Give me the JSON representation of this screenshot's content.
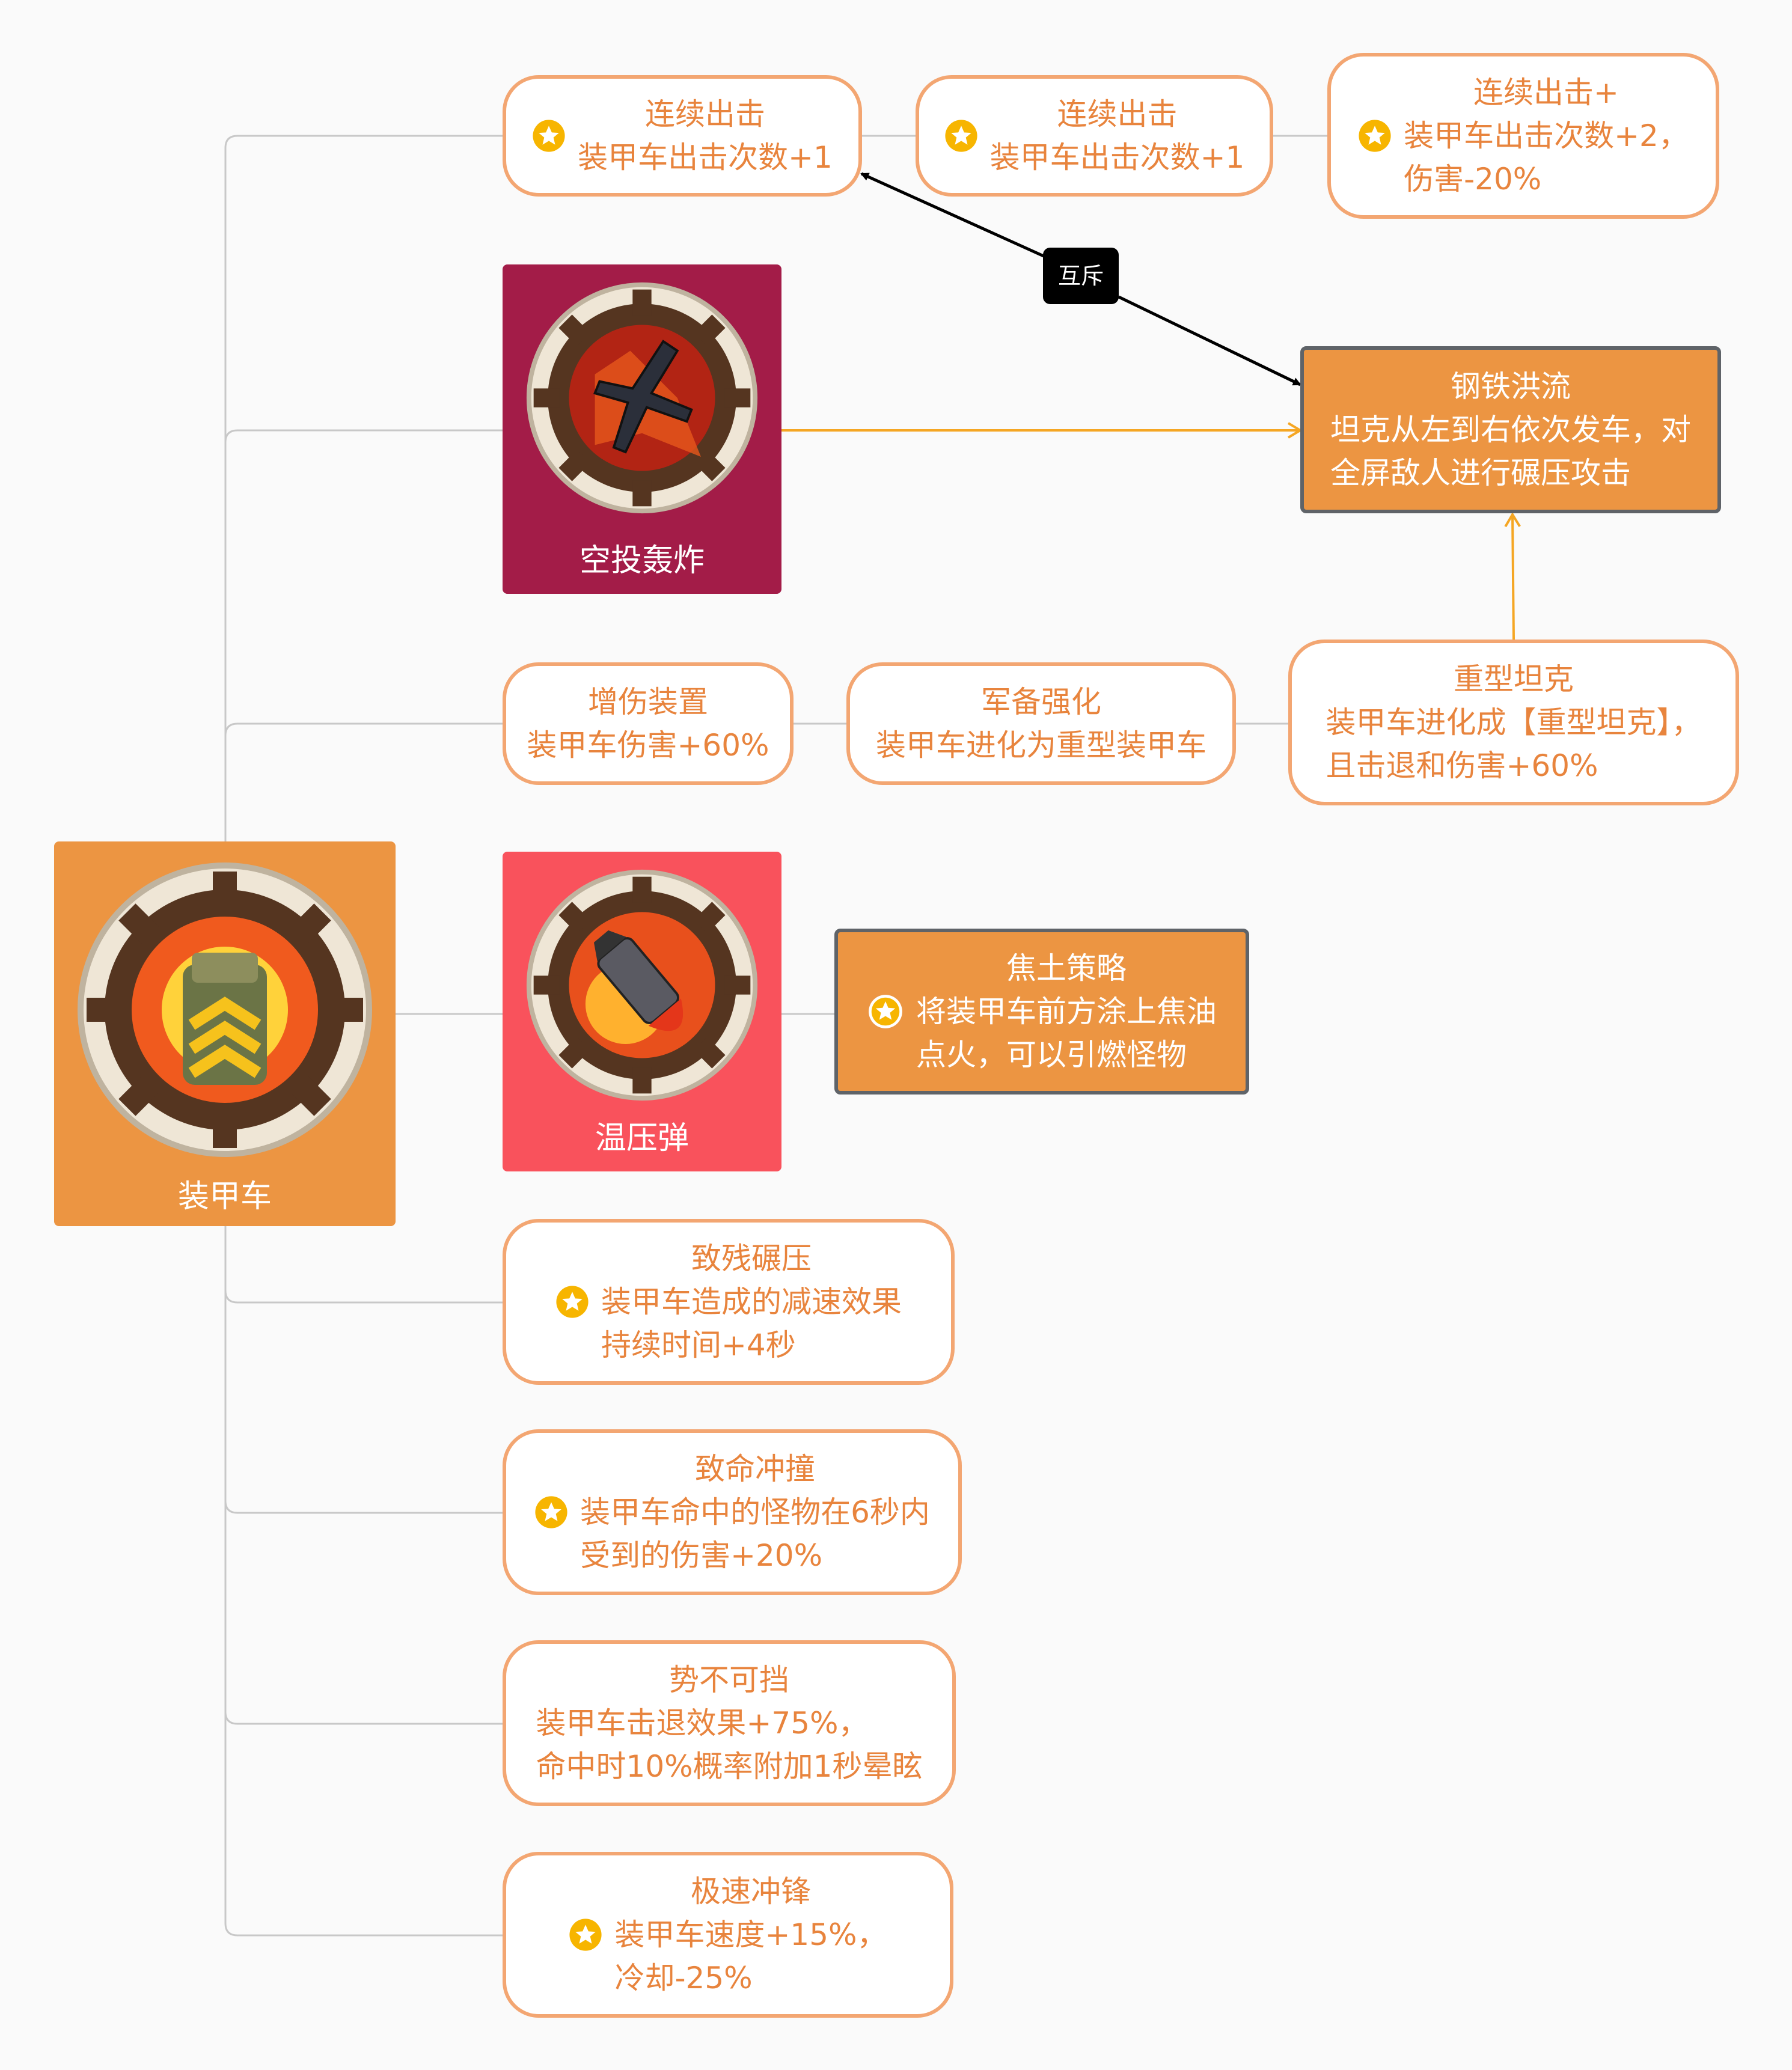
{
  "root": {
    "label": "装甲车"
  },
  "branches": {
    "burst": [
      {
        "title": "连续出击",
        "desc": "装甲车出击次数+1",
        "star": true
      },
      {
        "title": "连续出击",
        "desc": "装甲车出击次数+1",
        "star": true
      },
      {
        "title": "连续出击+",
        "desc": "装甲车出击次数+2，\n伤害-20%",
        "star": true
      }
    ],
    "airdrop": {
      "label": "空投轰炸",
      "color": "#a31c48"
    },
    "steel_flood": {
      "title": "钢铁洪流",
      "desc": "坦克从左到右依次发车，对\n全屏敌人进行碾压攻击"
    },
    "exclusive_label": "互斥",
    "damage": [
      {
        "title": "增伤装置",
        "desc": "装甲车伤害+60%"
      },
      {
        "title": "军备强化",
        "desc": "装甲车进化为重型装甲车"
      },
      {
        "title": "重型坦克",
        "desc": "装甲车进化成【重型坦克】，\n且击退和伤害+60%"
      }
    ],
    "thermobaric": {
      "label": "温压弹",
      "color": "#f9525c"
    },
    "scorched": {
      "title": "焦土策略",
      "desc": "将装甲车前方涂上焦油\n点火，可以引燃怪物",
      "star": true
    },
    "cripple": {
      "title": "致残碾压",
      "desc": "装甲车造成的减速效果\n持续时间+4秒",
      "star": true
    },
    "fatal": {
      "title": "致命冲撞",
      "desc": "装甲车命中的怪物在6秒内\n受到的伤害+20%",
      "star": true
    },
    "unstoppable": {
      "title": "势不可挡",
      "desc": "装甲车击退效果+75%，\n命中时10%概率附加1秒晕眩"
    },
    "speed": {
      "title": "极速冲锋",
      "desc": "装甲车速度+15%，\n冷却-25%",
      "star": true
    }
  },
  "colors": {
    "root_bg": "#ec9542",
    "outline_border": "#f3a672",
    "outline_text": "#e8843d",
    "accent_line": "#f5a623",
    "connector": "#c8c8c8",
    "star": "#f7b500"
  },
  "icons": {
    "root": "armored-truck-gear-icon",
    "airdrop": "jet-bomber-gear-icon",
    "thermobaric": "fire-missile-gear-icon",
    "star": "star-badge-icon"
  }
}
